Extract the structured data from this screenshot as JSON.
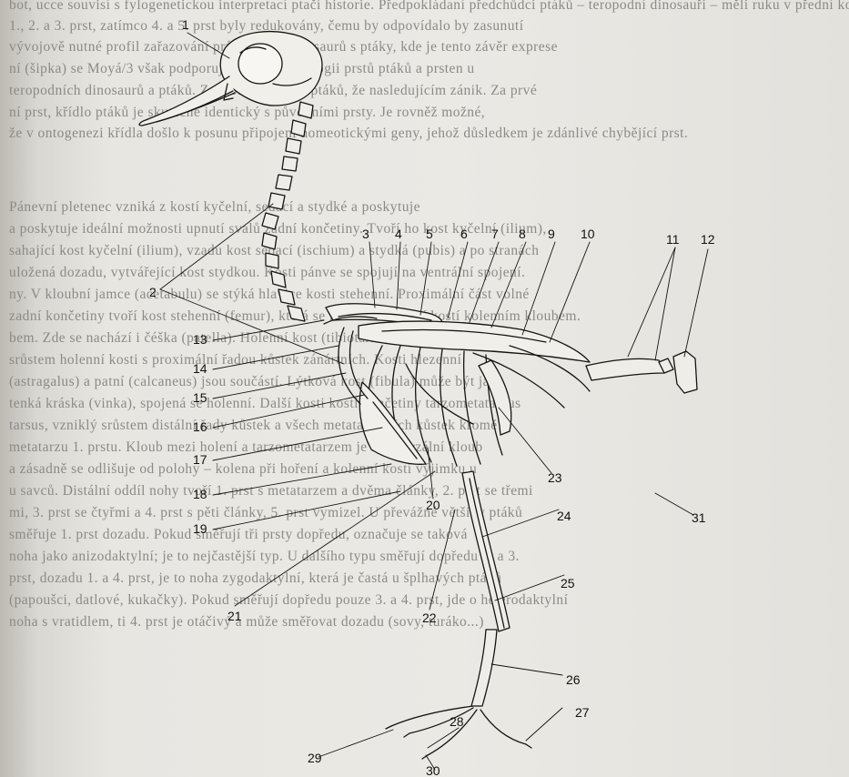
{
  "body_text": [
    "bot, ucce souvisí s fylogenetickou interpretací ptačí historie. Předpokládaní předchůdci ptáků – teropodní dinosauři – měli ruku v přední končetině zachovány vždy",
    "1., 2. a 3. prst, zatímco 4. a 5. prst byly redukovány, čemu by odpovídalo by zasunutí",
    "vývojově nutné profil zařazování průkaznosti dinosaurů s ptáky, kde je tento závěr exprese",
    "ní (šipka) se Moyá/3 však podporují přímou homologii prstů ptáků a prsten u",
    "teropodních dinosaurů a ptáků. Způsob úspěšné a ptáků, že nasledujícím zánik. Za prvé",
    "ní prst, křídlo ptáků je skutečně identický s původními prsty. Je rovněž možné,",
    "že v ontogenezi křídla došlo k posunu připojení homeotickými geny, jehož důsledkem je zdánlivé chybějící prst.",
    "Pánevní pletenec vzniká z kostí kyčelní, sedací a stydké a poskytuje",
    "a poskytuje ideální možnosti upnutí svalů zadní končetiny. Tvoří ho kost kyčelní (ilium),",
    "sahající kost kyčelní (ilium), vzadu kost sedací (ischium) a stydká (pubis) a po stranách",
    "uložená dozadu, vytvářející kost stydkou. Kosti pánve se spojují na ventrální spojení.",
    "ny. V kloubní jamce (acetabulu) se stýká hlavice kosti stehenní. Proximální část volné",
    "zadní končetiny tvoří kost stehenní (femur), která se kloubí s holenní kostí kolenním kloubem.",
    "bem. Zde se nachází i čéška (patella). Holenní kost (tibiotarsus) je dlouhá kost vzniklá",
    "srůstem holenní kosti s proximální řadou kůstek zánártních. Kosti hlezenní",
    "(astragalus) a patní (calcaneus) jsou součástí. Lýtková kost (fibula) může být jako",
    "tenká kráska (vinka), spojená se holenní. Další kosti kostí končetiny tarzometatarzus",
    "tarsus, vzniklý srůstem distální řady kůstek a všech metatarzálních kůstek kromě",
    "metatarzu 1. prstu. Kloub mezi holení a tarzometatarzem je intertarzální kloub",
    "a zásadně se odlišuje od polohy – kolena při hoření a kolenní kostí výjimku u",
    "u savců. Distální oddíl nohy tvoří 1. prst s metatarzem a dvěma články, 2. prst se třemi",
    "mi, 3. prst se čtyřmi a 4. prst s pěti články, 5. prst vymizel. U převážné většiny ptáků",
    "směřuje 1. prst dozadu. Pokud směřují tři prsty dopředu, označuje se taková",
    "noha jako anizodaktylní; je to nejčastější typ. U dalšího typu směřují dopředu 2. a 3.",
    "prst, dozadu 1. a 4. prst, je to noha zygodaktylní, která je častá u šplhavých ptáků",
    "(papoušci, datlové, kukačky). Pokud směřují dopředu pouze 3. a 4. prst, jde o heterodaktylní",
    "noha s vratidlem, ti 4. prst je otáčivý a může směřovat dozadu (sovy, turáko...)"
  ],
  "labels": [
    "1",
    "2",
    "3",
    "4",
    "5",
    "6",
    "7",
    "8",
    "9",
    "10",
    "11",
    "12",
    "13",
    "14",
    "15",
    "16",
    "17",
    "18",
    "19",
    "20",
    "21",
    "22",
    "23",
    "24",
    "25",
    "26",
    "27",
    "28",
    "29",
    "30",
    "31"
  ]
}
